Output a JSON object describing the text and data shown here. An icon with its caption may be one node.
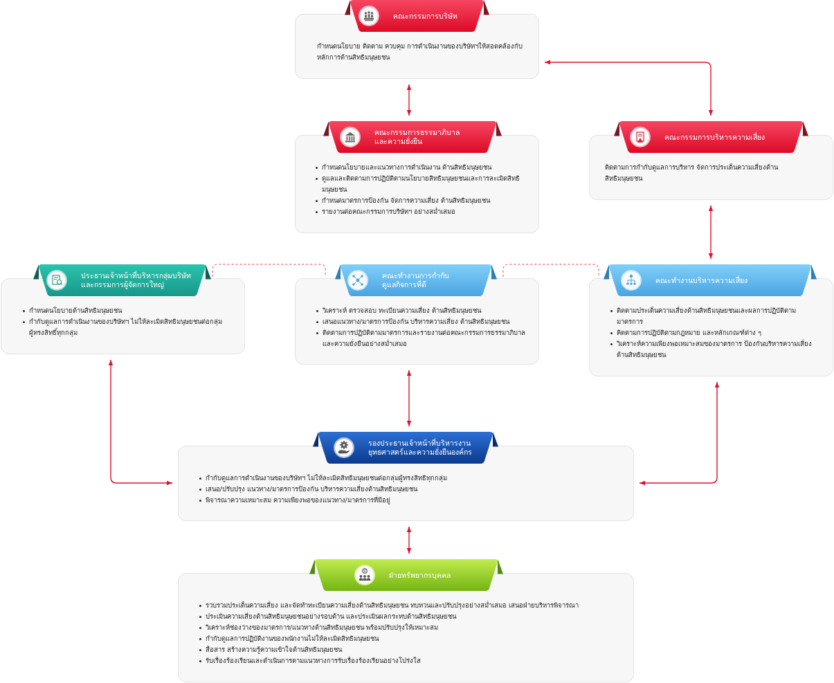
{
  "diagram": {
    "nodes": [
      {
        "text": [
          "คณะกรรมการบริษัท",
          "กำหนดนโยบาย ติดตาม ควบคุม การดำเนินงานของบริษัทฯให้สอดคล้องกับหลักการด้านสิทธิมนุษยชน"
        ]
      },
      {
        "text": [
          "คณะกรรมการธรรมาภิบาลและความยั่งยืน",
          "กำหนดนโยบายและแนวทางการดำเนินงาน ด้านสิทธิมนุษยชน",
          "ดูแลและติดตามการปฏิบัติตามนโยบายสิทธิมนุษยชนและการละเมิดสิทธิมนุษยชน",
          "กำหนดมาตรการป้องกัน จัดการความเสี่ยง ด้านสิทธิมนุษยชน",
          "รายงานต่อคณะกรรมการบริษัทฯ อย่างสม่ำเสมอ"
        ]
      },
      {
        "text": [
          "คณะกรรมการบริหารความเสี่ยง",
          "ติดตามการกำกับดูแลการบริหาร จัดการประเด็นความเสี่ยงด้านสิทธิมนุษยชน"
        ]
      },
      {
        "text": [
          "ประธานเจ้าหน้าที่บริหารกลุ่มบริษัทและกรรมการผู้จัดการใหญ่",
          "กำหนดนโยบายด้านสิทธิมนุษยชน",
          "กำกับดูแลการดำเนินงานของบริษัทฯ ไม่ให้ละเมิดสิทธิมนุษยชนต่อกลุ่มผู้ทรงสิทธิ์ทุกกลุ่ม"
        ]
      },
      {
        "text": [
          "คณะทำงานการกำกับดูแลกิจการที่ดี",
          "วิเคราะห์ ตรวจสอบ ทะเบียนความเสี่ยง ด้านสิทธิมนุษยชน",
          "เสนอแนวทาง/มาตรการป้องกัน บริหารความเสี่ยง ด้านสิทธิมนุษยชน",
          "ติดตามการปฏิบัติตามมาตรการและรายงานต่อคณะกรรมการธรรมาภิบาลและความยั่งยืนอย่างสม่ำเสมอ"
        ]
      },
      {
        "text": [
          "คณะทำงานบริหารความเสี่ยง",
          "ติดตามประเด็นความเสี่ยงด้านสิทธิมนุษยชนและผลการปฏิบัติตามมาตรการ",
          "คิดตามการปฏิบัติตามกฎหมาย และหลักเกณฑ์ต่าง ๆ",
          "วิเคราะห์ความเพียงพอเหมาะสมของมาตรการ ป้องกันบริหารความเสี่ยงด้านสิทธิมนุษยชน"
        ]
      },
      {
        "text": [
          "รองประธานเจ้าหน้าที่บริหารงานยุทธศาสตร์และความยั่งยืนองค์กร",
          "กำกับดูแลการดำเนินงานของบริษัทฯ ไม่ให้ละเมิดสิทธิมนุษยชนต่อกลุ่มผู้ทรงสิทธิทุกกลุ่ม",
          "เสนอ/ปรับปรุง แนวทาง/มาตรการป้องกัน บริหารความเสี่ยงด้านสิทธิมนุษยชน",
          "พิจารณาความเหมาะสม ความเพียงพอของแนวทาง/มาตรการที่มีอยู่"
        ]
      },
      {
        "text": [
          "ฝ่ายทรัพยากรบุคคล",
          "รวบรวมประเด็นความเสี่ยง และจัดทำทะเบียนความเสี่ยงด้านสิทธิมนุษยชน ทบทวนและปรับปรุงอย่างสม่ำเสมอ เสนอฝ่ายบริหารพิจารณา",
          "ประเมินความเสี่ยงด้านสิทธิมนุษยชนอย่างรอบด้าน และประเมินผลกระทบด้านสิทธิมนุษยชน",
          "วิเคราะห์ช่องว่างของมาตรการ/แนวทางด้านสิทธิมนุษยชน พร้อมปรับปรุงให้เหมาะสม",
          "กำกับดูแลการปฏิบัติงานของพนักงานไม่ให้ละเมิดสิทธิมนุษยชน",
          "สื่อสาร สร้างความรู้ความเข้าใจด้านสิทธิมนุษยชน",
          "รับเรื่องร้องเรียนและดำเนินการตามแนวทางการรับเรื่องร้องเรียนอย่างโปร่งใส"
        ]
      }
    ],
    "edges": [
      {
        "from": 0,
        "to": 1,
        "arrow": "both"
      },
      {
        "from": 0,
        "to": 2,
        "arrow": "both"
      },
      {
        "from": 2,
        "to": 5,
        "arrow": "both"
      },
      {
        "from": 3,
        "to": 4,
        "arrow": "none",
        "style": "dashed",
        "color": "#f2778a"
      },
      {
        "from": 4,
        "to": 5,
        "arrow": "none",
        "style": "dashed",
        "color": "#f2778a"
      },
      {
        "from": 3,
        "to": 6,
        "arrow": "both"
      },
      {
        "from": 4,
        "to": 6,
        "arrow": "both"
      },
      {
        "from": 5,
        "to": 6,
        "arrow": "both"
      },
      {
        "from": 6,
        "to": 7,
        "arrow": "both"
      }
    ]
  }
}
